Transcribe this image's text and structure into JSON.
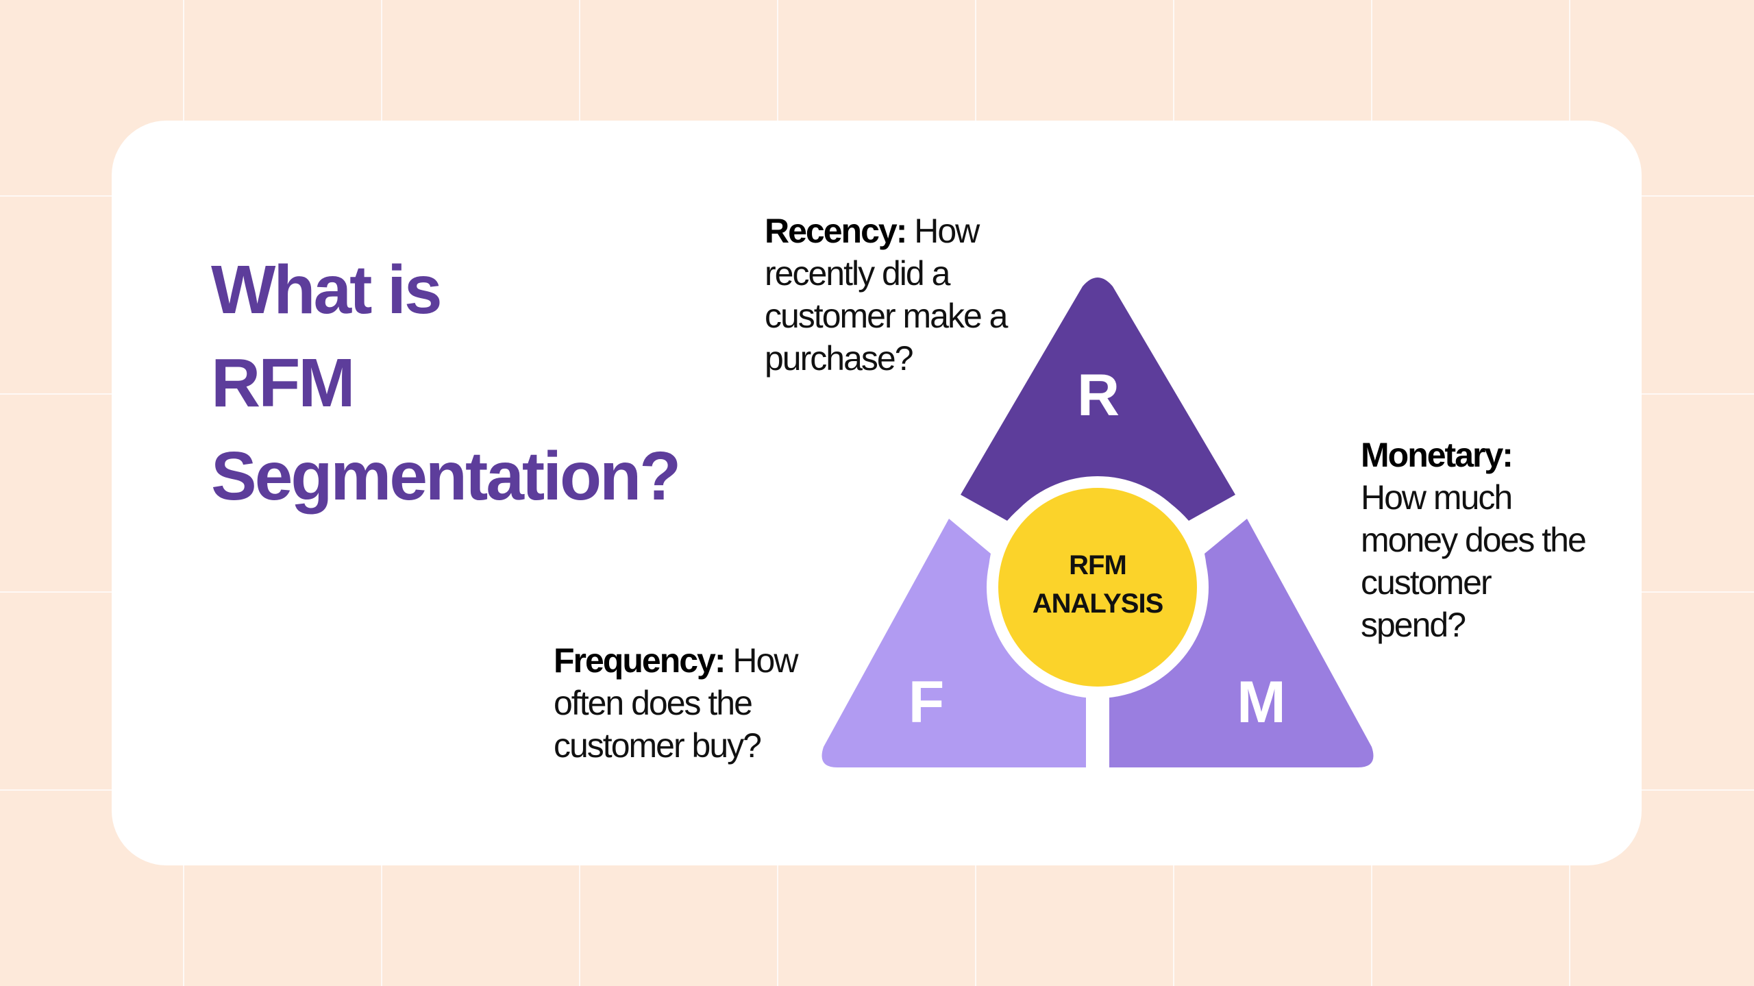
{
  "title_lines": [
    "What is",
    "RFM",
    "Segmentation?"
  ],
  "segments": {
    "recency": {
      "letter": "R",
      "term": "Recency:",
      "description": "How recently did a customer make a purchase?",
      "color": "#5d3d9b"
    },
    "frequency": {
      "letter": "F",
      "term": "Frequency:",
      "description": "How often does the customer buy?",
      "color": "#b19bf2"
    },
    "monetary": {
      "letter": "M",
      "term": "Monetary:",
      "description": "How much money does the customer spend?",
      "color": "#9a7ee0"
    }
  },
  "center": {
    "lines": [
      "RFM",
      "ANALYSIS"
    ],
    "color": "#fbd32a"
  },
  "colors": {
    "background": "#fde9da",
    "card": "#ffffff",
    "heading": "#5d3d9b"
  }
}
